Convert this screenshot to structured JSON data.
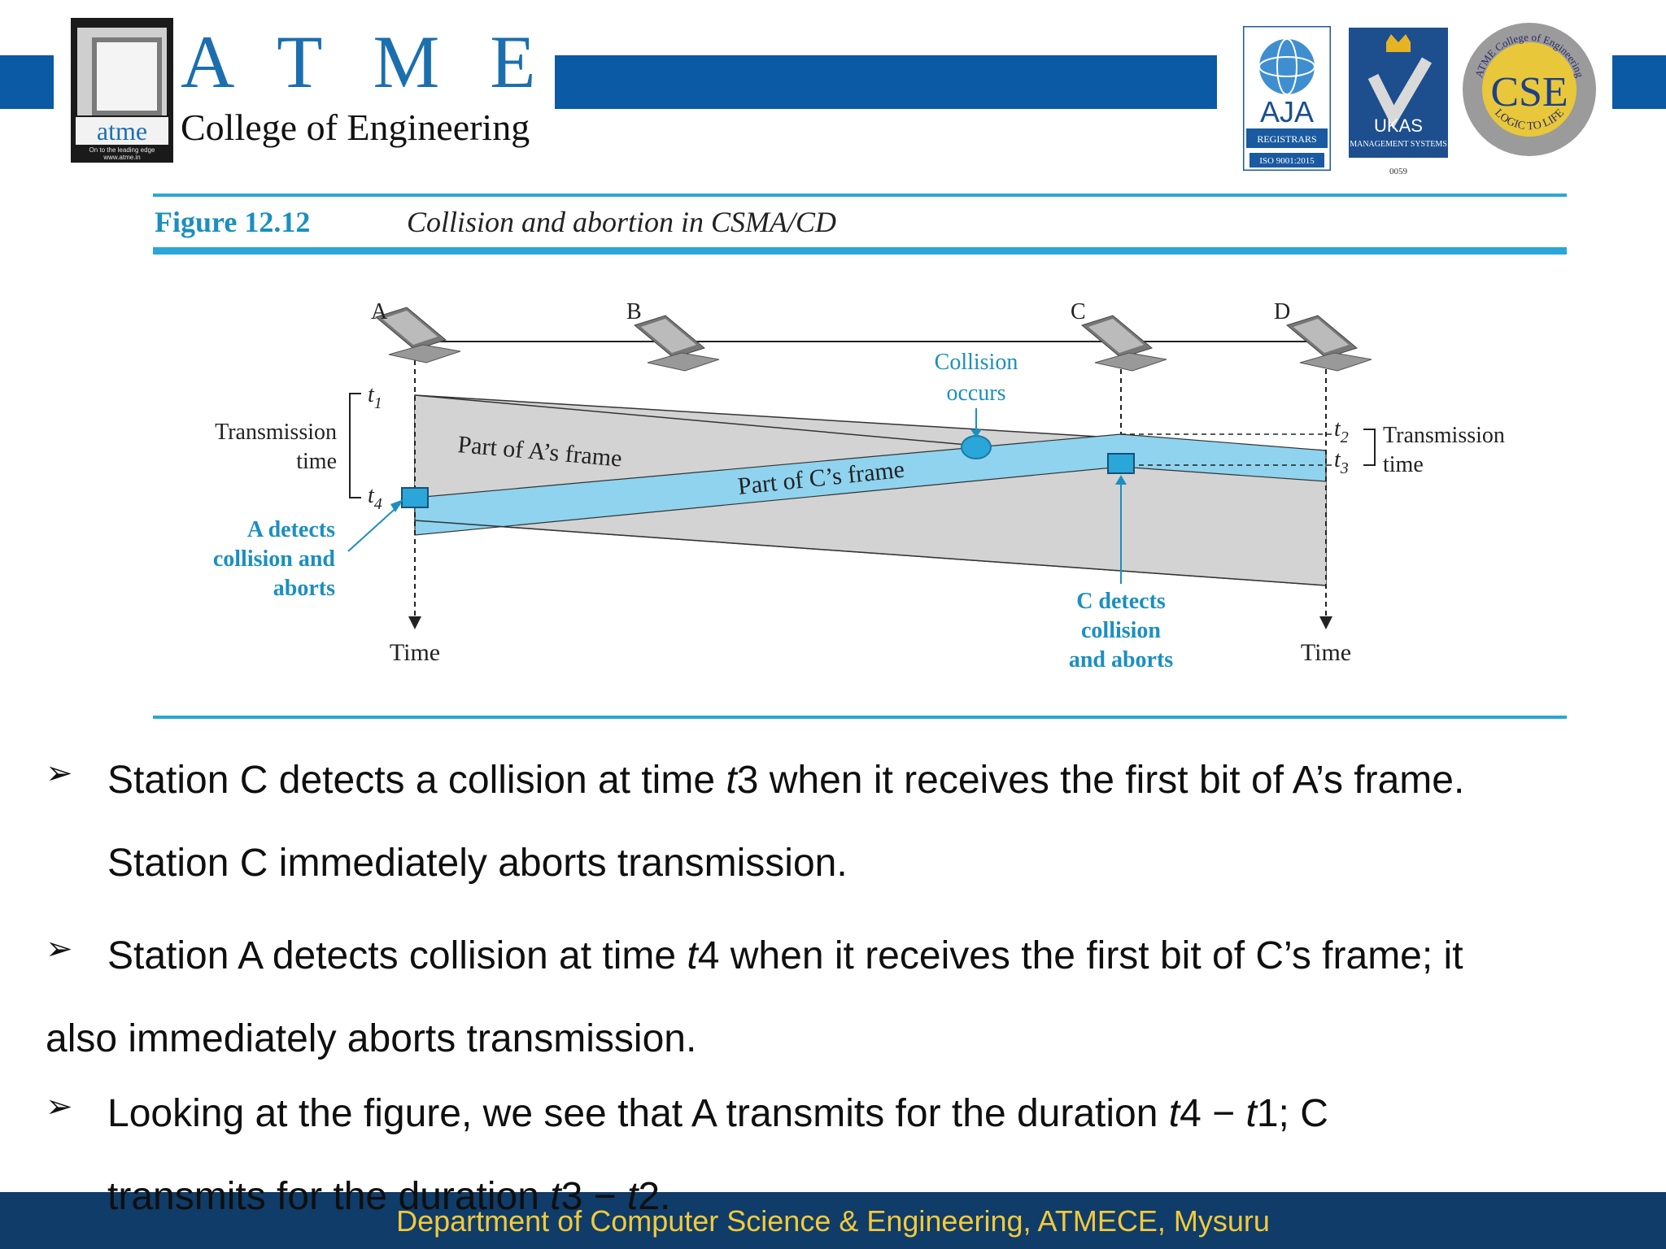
{
  "header": {
    "logo_word": "atme",
    "logo_tagline": "On to the leading edge",
    "logo_url": "www.atme.in",
    "brand": "ATME",
    "college": "College of Engineering",
    "badges": {
      "aja": "AJA",
      "aja_sub": "REGISTRARS",
      "aja_iso": "ISO 9001:2015",
      "ukas": "UKAS",
      "ukas_sub": "MANAGEMENT SYSTEMS",
      "ukas_num": "0059",
      "cse": "CSE",
      "cse_ring_top": "ATME College of Engineering",
      "cse_ring_bottom": "LOGIC TO LIFE"
    }
  },
  "figure": {
    "number": "Figure 12.12",
    "caption": "Collision and abortion in CSMA/CD",
    "stations": [
      "A",
      "B",
      "C",
      "D"
    ],
    "labels": {
      "collision_1": "Collision",
      "collision_2": "occurs",
      "tx_left_1": "Transmission",
      "tx_left_2": "time",
      "tx_right_1": "Transmission",
      "tx_right_2": "time",
      "part_a": "Part of A’s frame",
      "part_c": "Part of C’s frame",
      "a_detects_1": "A detects",
      "a_detects_2": "collision and",
      "a_detects_3": "aborts",
      "c_detects_1": "C detects",
      "c_detects_2": "collision",
      "c_detects_3": "and aborts",
      "time_left": "Time",
      "time_right": "Time",
      "t1": "t",
      "t1_sub": "1",
      "t2": "t",
      "t2_sub": "2",
      "t3": "t",
      "t3_sub": "3",
      "t4": "t",
      "t4_sub": "4"
    }
  },
  "bullets": {
    "b1_a": "Station C detects a collision at time ",
    "b1_var": "t",
    "b1_b": "3 when it receives the first  bit of A’s frame.",
    "b1_line2": "Station C immediately aborts transmission.",
    "b2_a": "Station A detects collision at time ",
    "b2_var": "t",
    "b2_b": "4 when it receives the first bit of C’s frame; it",
    "b2_line2": "also immediately aborts transmission.",
    "b3_a": "Looking at the figure, we see that A transmits for the duration ",
    "b3_v1": "t",
    "b3_b": "4 − ",
    "b3_v2": "t",
    "b3_c": "1; C",
    "b3_line2_a": "transmits for the duration ",
    "b3_l2_v1": "t",
    "b3_line2_b": "3 − ",
    "b3_l2_v2": "t",
    "b3_line2_c": "2."
  },
  "footer": {
    "text": "Department of Computer Science & Engineering, ATMECE, Mysuru"
  },
  "colors": {
    "brand_blue": "#0a5aa6",
    "figure_cyan": "#2aa6d9",
    "frame_light_blue": "#8fd3ef",
    "frame_gray": "#d3d3d3",
    "footer_bg": "#0f3c69",
    "footer_text": "#f3c93a"
  }
}
